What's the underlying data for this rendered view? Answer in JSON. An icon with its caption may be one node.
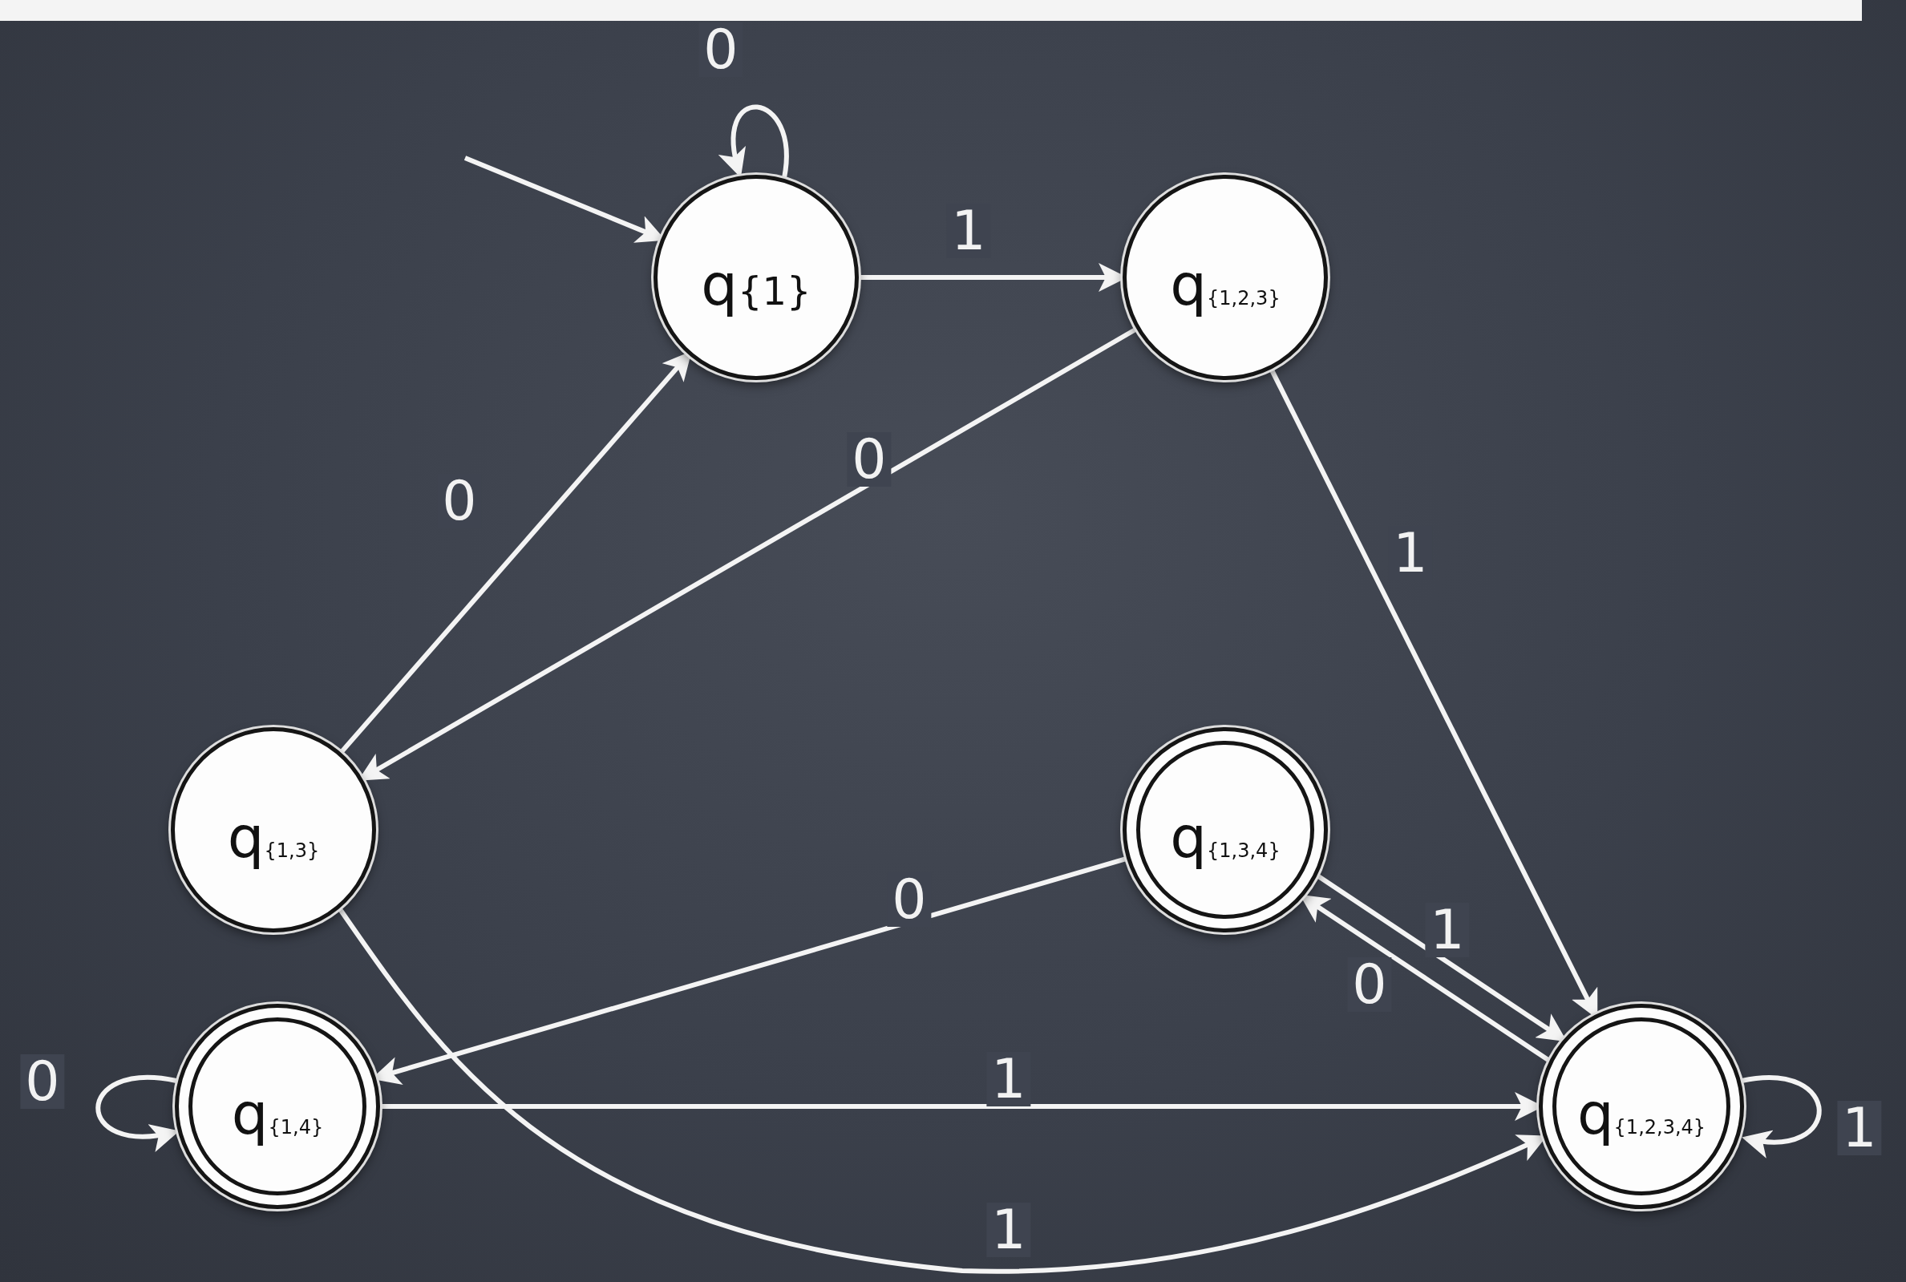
{
  "diagram": {
    "nodes": [
      {
        "text": [
          "q",
          "{1}"
        ]
      },
      {
        "text": [
          "q",
          "{1,2,3}"
        ]
      },
      {
        "text": [
          "q",
          "{1,3}"
        ]
      },
      {
        "text": [
          "q",
          "{1,3,4}"
        ]
      },
      {
        "text": [
          "q",
          "{1,4}"
        ]
      },
      {
        "text": [
          "q",
          "{1,2,3,4}"
        ]
      }
    ],
    "edges": [
      {
        "from": null,
        "to": 0,
        "arrow": "to"
      },
      {
        "from": 0,
        "to": 0,
        "arrow": "to",
        "label": "0"
      },
      {
        "from": 0,
        "to": 1,
        "arrow": "to",
        "label": "1"
      },
      {
        "from": 1,
        "to": 2,
        "arrow": "to",
        "label": "0"
      },
      {
        "from": 2,
        "to": 0,
        "arrow": "to",
        "label": "0"
      },
      {
        "from": 1,
        "to": 5,
        "arrow": "to",
        "label": "1"
      },
      {
        "from": 3,
        "to": 4,
        "arrow": "to",
        "label": "0"
      },
      {
        "from": 3,
        "to": 5,
        "arrow": "to",
        "label": "1"
      },
      {
        "from": 5,
        "to": 3,
        "arrow": "to",
        "label": "0"
      },
      {
        "from": 5,
        "to": 5,
        "arrow": "to",
        "label": "1"
      },
      {
        "from": 4,
        "to": 4,
        "arrow": "to",
        "label": "0"
      },
      {
        "from": 4,
        "to": 5,
        "arrow": "to",
        "label": "1"
      },
      {
        "from": 2,
        "to": 5,
        "arrow": "to",
        "label": "1"
      }
    ]
  }
}
